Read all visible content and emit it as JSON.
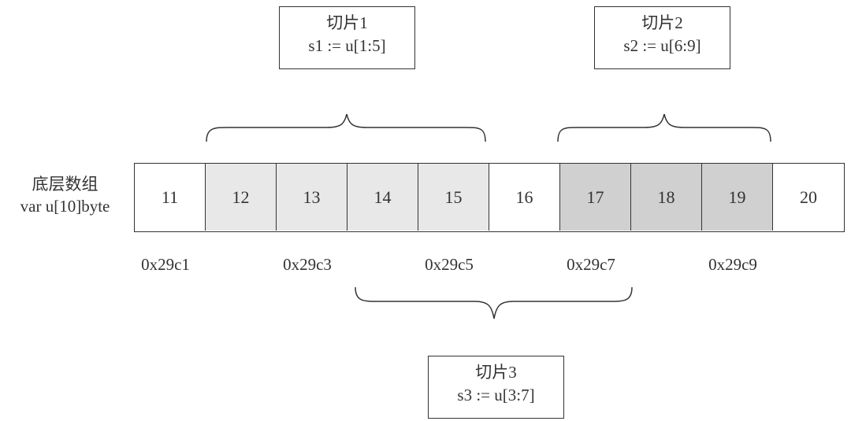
{
  "slices": [
    {
      "title": "切片1",
      "expr": "s1 := u[1:5]",
      "start": 1,
      "end": 5
    },
    {
      "title": "切片2",
      "expr": "s2 := u[6:9]",
      "start": 6,
      "end": 9
    },
    {
      "title": "切片3",
      "expr": "s3 := u[3:7]",
      "start": 3,
      "end": 7
    }
  ],
  "array": {
    "label_line1": "底层数组",
    "label_line2": "var u[10]byte",
    "cells": [
      {
        "value": "11",
        "fill": "#ffffff"
      },
      {
        "value": "12",
        "fill": "#e8e8e8"
      },
      {
        "value": "13",
        "fill": "#e8e8e8"
      },
      {
        "value": "14",
        "fill": "#e8e8e8"
      },
      {
        "value": "15",
        "fill": "#e8e8e8"
      },
      {
        "value": "16",
        "fill": "#ffffff"
      },
      {
        "value": "17",
        "fill": "#d0d0d0"
      },
      {
        "value": "18",
        "fill": "#d0d0d0"
      },
      {
        "value": "19",
        "fill": "#d0d0d0"
      },
      {
        "value": "20",
        "fill": "#ffffff"
      }
    ]
  },
  "addresses": [
    {
      "label": "0x29c1",
      "index": 0
    },
    {
      "label": "0x29c3",
      "index": 2
    },
    {
      "label": "0x29c5",
      "index": 4
    },
    {
      "label": "0x29c7",
      "index": 6
    },
    {
      "label": "0x29c9",
      "index": 8
    }
  ],
  "colors": {
    "line": "#333333",
    "slice_light": "#e8e8e8",
    "slice_dark": "#d0d0d0"
  }
}
